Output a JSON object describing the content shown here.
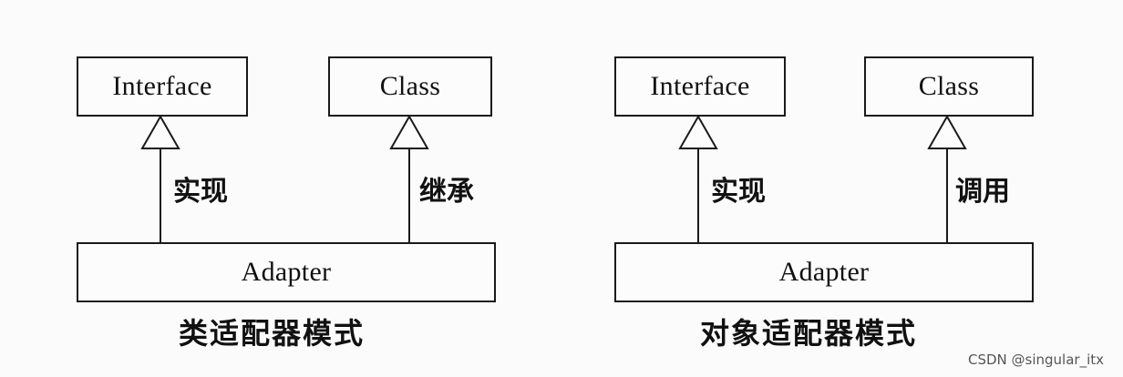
{
  "diagram": {
    "left": {
      "interface_box": "Interface",
      "class_box": "Class",
      "adapter_box": "Adapter",
      "edge_label_interface": "实现",
      "edge_label_class": "继承",
      "caption": "类适配器模式"
    },
    "right": {
      "interface_box": "Interface",
      "class_box": "Class",
      "adapter_box": "Adapter",
      "edge_label_interface": "实现",
      "edge_label_class": "调用",
      "caption": "对象适配器模式"
    }
  },
  "watermark": "CSDN @singular_itx"
}
